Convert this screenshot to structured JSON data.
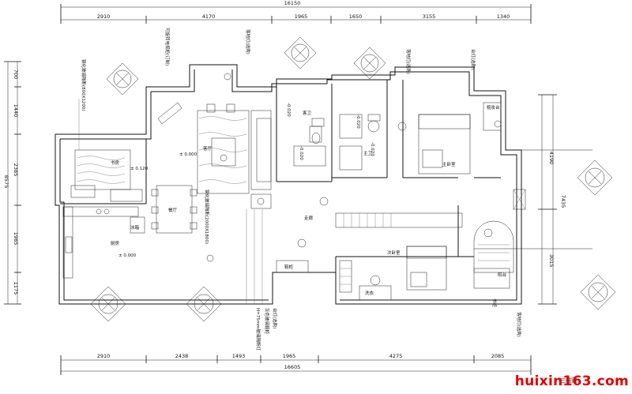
{
  "dimensions": {
    "top_total": "16150",
    "top": [
      "2910",
      "4170",
      "1965",
      "1650",
      "3155",
      "1340"
    ],
    "bottom_total": "16605",
    "bottom": [
      "2910",
      "2438",
      "1493",
      "1965",
      "4275",
      "2085"
    ],
    "left_total": "8575",
    "left": [
      "700",
      "1440",
      "2385",
      "1985",
      "1175"
    ],
    "right": [
      "4190",
      "7435",
      "3015"
    ]
  },
  "rooms": {
    "living": "客厅",
    "dining": "餐厅",
    "kitchen": "厨房",
    "guest_bath": "客卫",
    "master_bath": "主卫",
    "master_bedroom": "主卧室",
    "second_bedroom": "次卧室",
    "corridor": "走廊",
    "balcony": "阳台",
    "study": "书房",
    "fridge": "冰箱",
    "wardrobe": "鞋柜",
    "laundry": "洗衣",
    "dresser": "梳妆台"
  },
  "levels": {
    "living": "± 0.000",
    "study": "± 0.120",
    "kitchen": "± 0.000",
    "guest_bath": "-0.020",
    "guest_bath_b": "-0.020",
    "master_bath": "-0.020",
    "master_bath_b": "-0.020"
  },
  "notes": {
    "tv_cabinet": "可旋转电视柜(订制)",
    "study_glass": "钢化玻璃隔断(800X1200)",
    "living_glass": "钢化玻璃隔断(2000X1800)",
    "downlight_1": "落地灯(选购)",
    "downlight_2": "落地灯(选购)",
    "table_lamp": "台灯(选购)",
    "table_lamp_bottom": "台灯(选购)",
    "shoe_cabinet": "灰色玻璃鞋柜",
    "partition": "H=75mm玻璃隔断灯",
    "floor_lamp_right": "落地灯(选购)",
    "balcony_lamp": "书柜"
  },
  "watermark": {
    "site": "huixin163.com",
    "logo": "三维家"
  }
}
